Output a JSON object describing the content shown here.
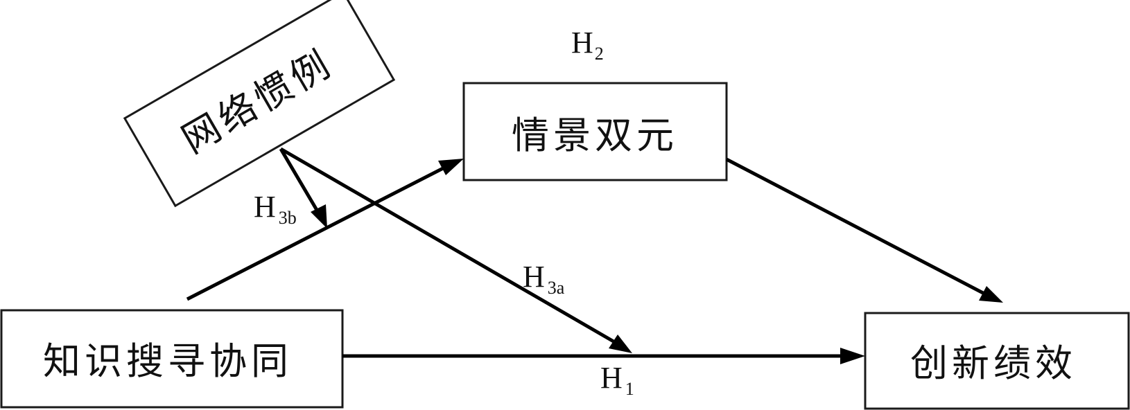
{
  "nodes": {
    "knowledge_search": "知识搜寻协同",
    "contextual_ambidexterity": "情景双元",
    "innovation_performance": "创新绩效",
    "network_routine": "网络惯例"
  },
  "hypotheses": {
    "h1": {
      "letter": "H",
      "sub": "1"
    },
    "h2": {
      "letter": "H",
      "sub": "2"
    },
    "h3a": {
      "letter": "H",
      "sub": "3a"
    },
    "h3b": {
      "letter": "H",
      "sub": "3b"
    }
  },
  "colors": {
    "stroke": "#000000",
    "box_border": "#1a1a1a",
    "background": "#ffffff"
  }
}
